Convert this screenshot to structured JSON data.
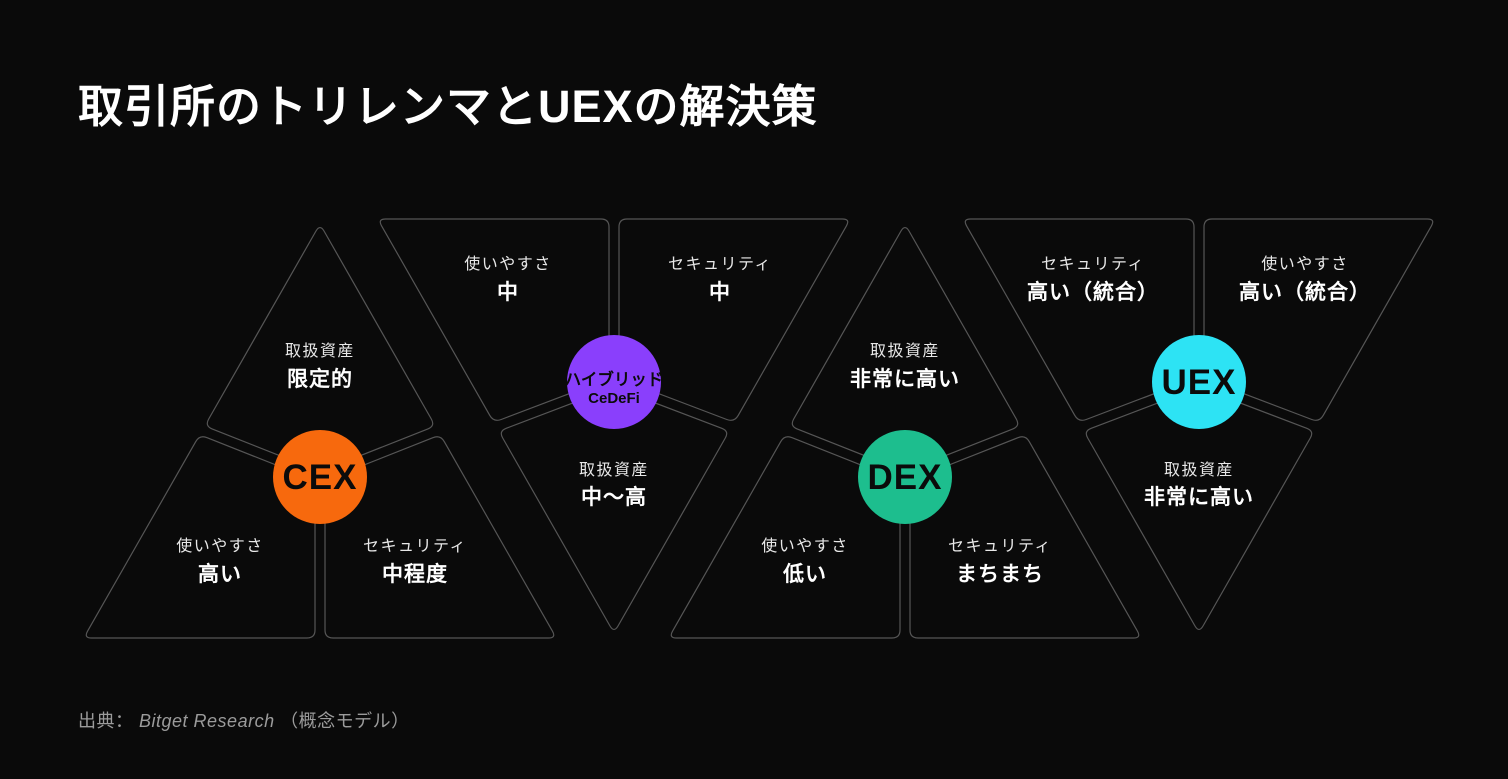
{
  "title": "取引所のトリレンマとUEXの解決策",
  "source": {
    "prefix": "出典：",
    "name": "Bitget Research",
    "suffix": "（概念モデル）"
  },
  "diagram": {
    "background": "#0a0a0a",
    "stroke_color": "#565656",
    "label_color": "#e8e8e8",
    "value_color": "#ffffff",
    "circle_text_color": "#0b0b0b",
    "groups": [
      {
        "id": "cex",
        "orientation": "up",
        "circle": {
          "label": "CEX",
          "color": "#f7690d"
        },
        "sections": [
          {
            "pos": "top",
            "label": "取扱資産",
            "value": "限定的"
          },
          {
            "pos": "left",
            "label": "使いやすさ",
            "value": "高い"
          },
          {
            "pos": "right",
            "label": "セキュリティ",
            "value": "中程度"
          }
        ]
      },
      {
        "id": "hybrid",
        "orientation": "down",
        "circle": {
          "label": "ハイブリッド",
          "sub_label": "CeDeFi",
          "color": "#8a3ffc"
        },
        "sections": [
          {
            "pos": "left",
            "label": "使いやすさ",
            "value": "中"
          },
          {
            "pos": "right",
            "label": "セキュリティ",
            "value": "中"
          },
          {
            "pos": "bottom",
            "label": "取扱資産",
            "value": "中〜高"
          }
        ]
      },
      {
        "id": "dex",
        "orientation": "up",
        "circle": {
          "label": "DEX",
          "color": "#1dbe8e"
        },
        "sections": [
          {
            "pos": "top",
            "label": "取扱資産",
            "value": "非常に高い"
          },
          {
            "pos": "left",
            "label": "使いやすさ",
            "value": "低い"
          },
          {
            "pos": "right",
            "label": "セキュリティ",
            "value": "まちまち"
          }
        ]
      },
      {
        "id": "uex",
        "orientation": "down",
        "circle": {
          "label": "UEX",
          "color": "#2de3f4"
        },
        "sections": [
          {
            "pos": "left",
            "label": "セキュリティ",
            "value": "高い（統合）"
          },
          {
            "pos": "right",
            "label": "使いやすさ",
            "value": "高い（統合）"
          },
          {
            "pos": "bottom",
            "label": "取扱資産",
            "value": "非常に高い"
          }
        ]
      }
    ]
  }
}
